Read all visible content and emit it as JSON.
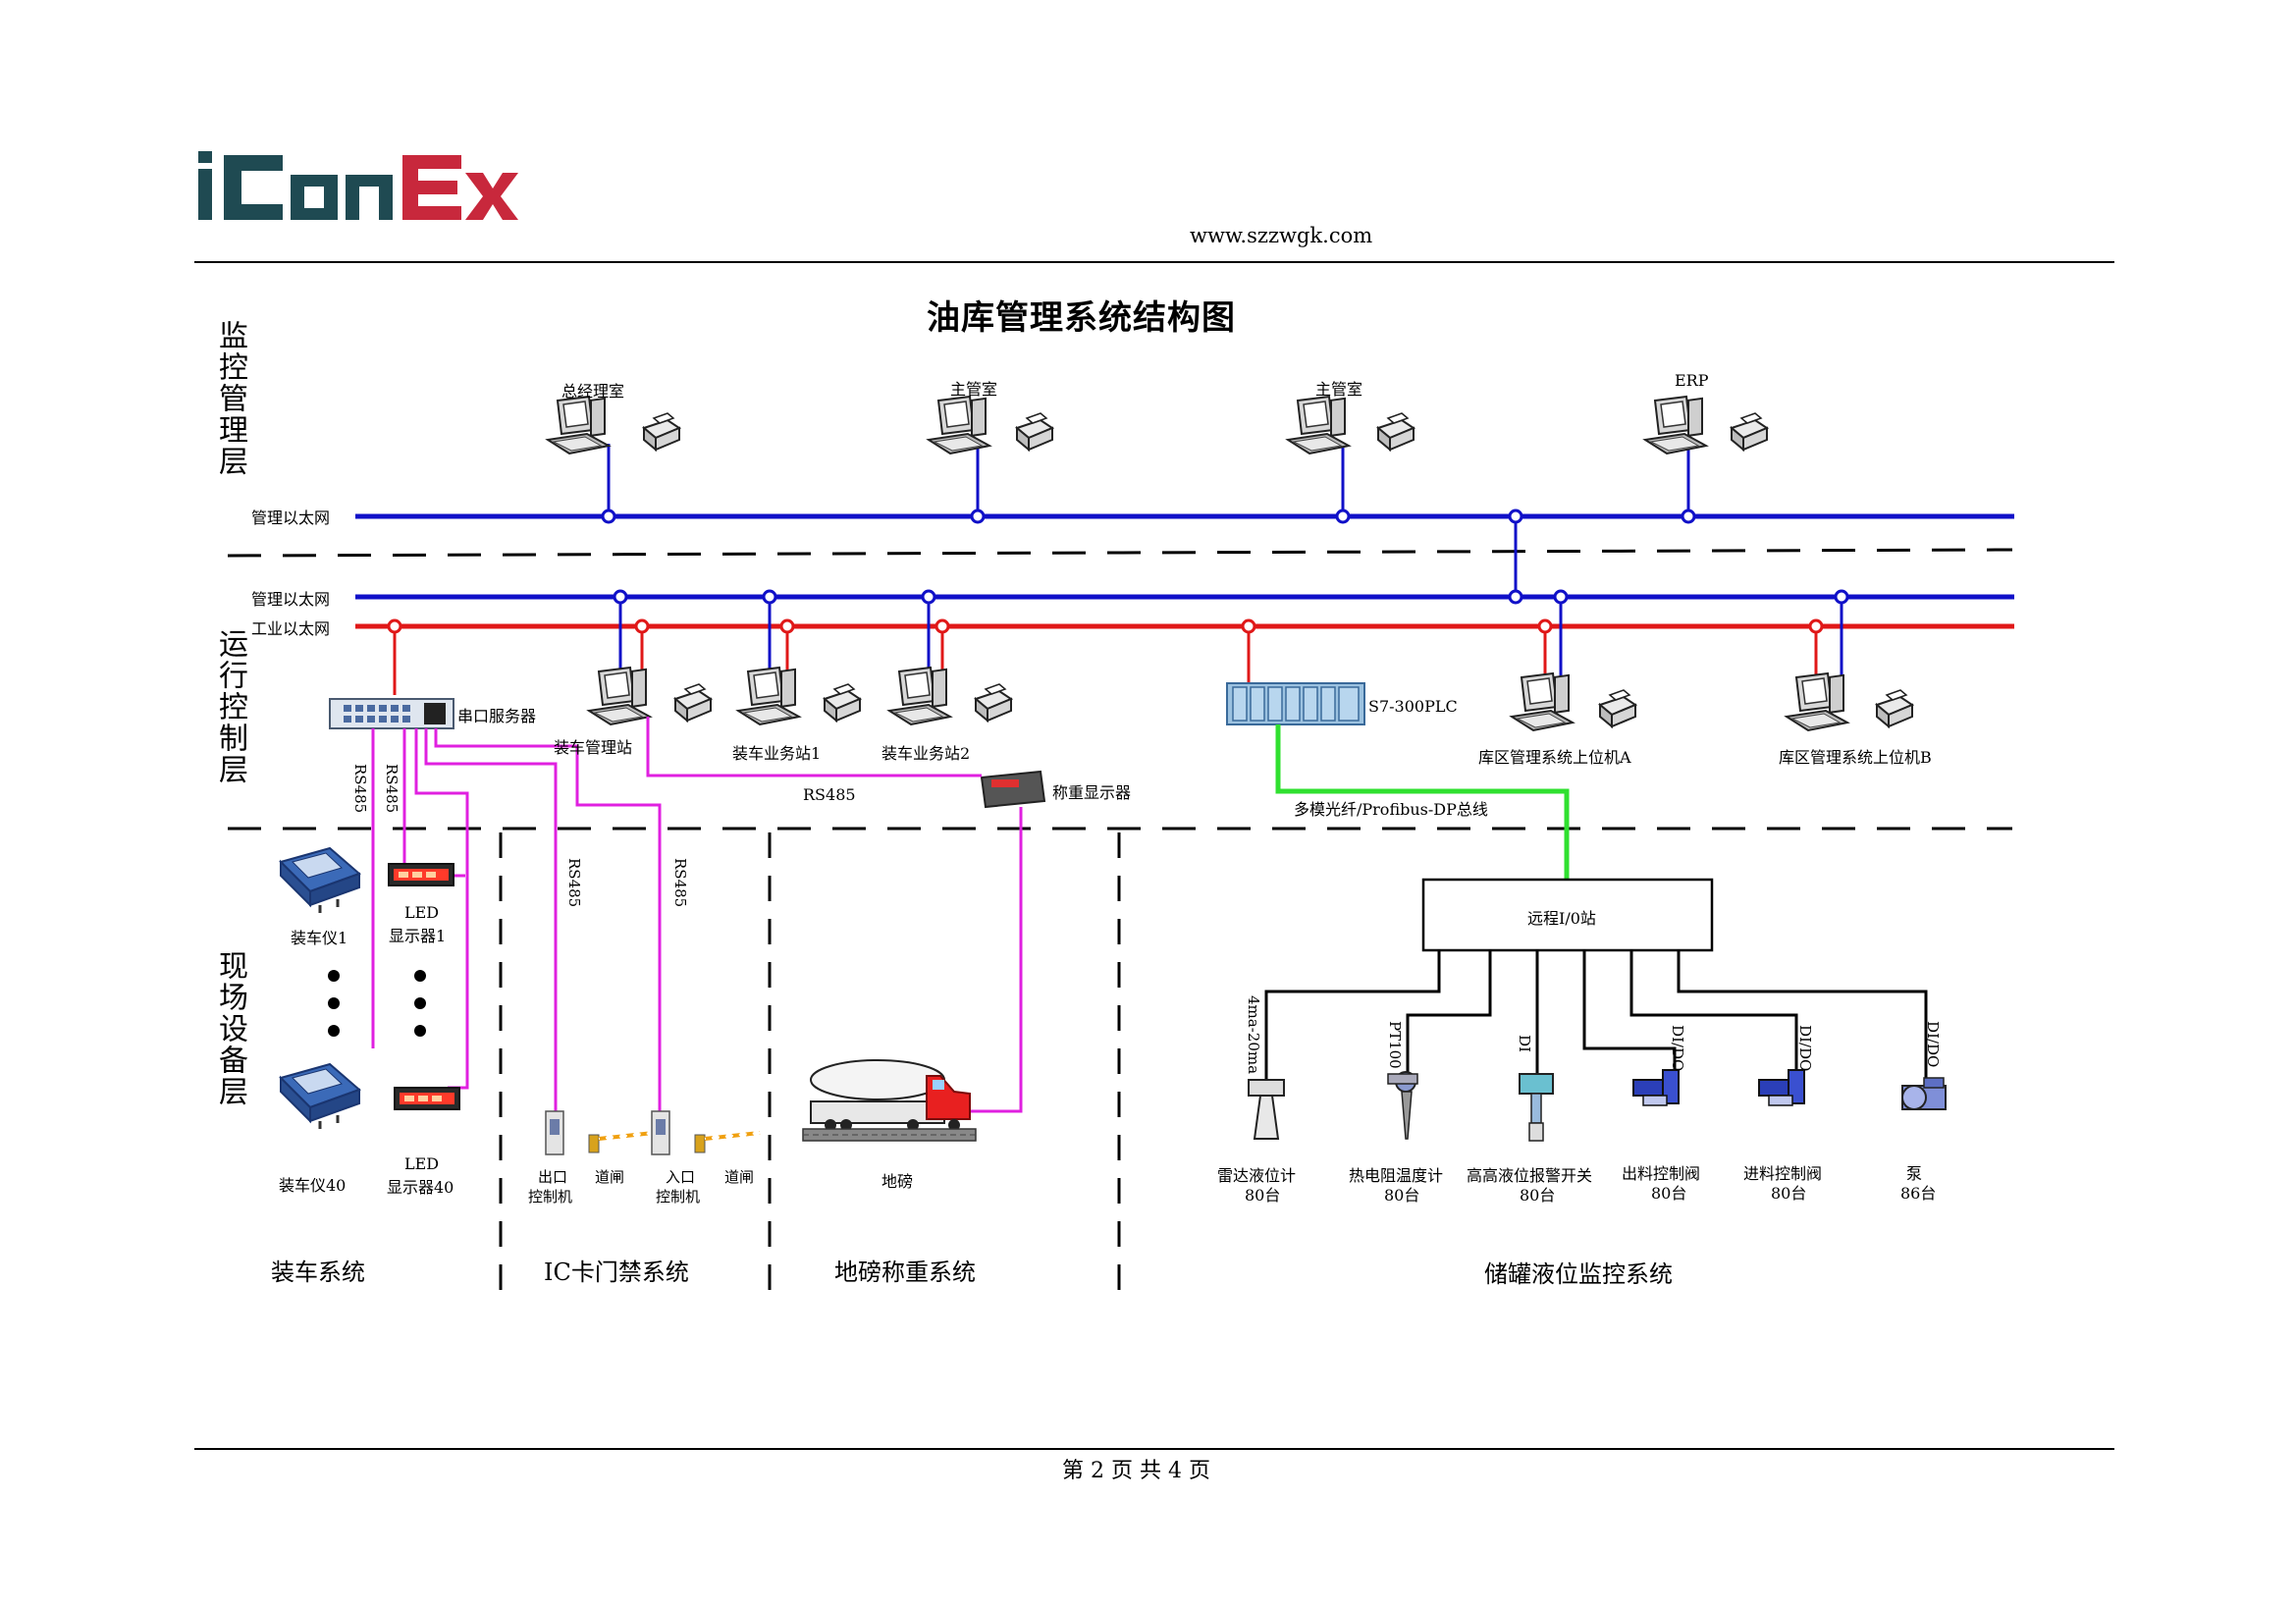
{
  "header": {
    "logo_text": "iConEx",
    "website": "www.szzwgk.com"
  },
  "title": "油库管理系统结构图",
  "layers": {
    "top": "监控管理层",
    "middle": "运行控制层",
    "bottom": "现场设备层"
  },
  "networks": {
    "mgmt_ethernet_top": "管理以太网",
    "mgmt_ethernet_mid": "管理以太网",
    "industrial_ethernet": "工业以太网"
  },
  "top_stations": [
    "总经理室",
    "主管室",
    "主管室",
    "ERP"
  ],
  "mid_devices": {
    "serial_server": "串口服务器",
    "loading_mgmt": "装车管理站",
    "loading_biz1": "装车业务站1",
    "loading_biz2": "装车业务站2",
    "plc": "S7-300PLC",
    "tank_host_a": "库区管理系统上位机A",
    "tank_host_b": "库区管理系统上位机B",
    "weight_display": "称重显示器",
    "rs485_weight": "RS485",
    "fiber_bus": "多模光纤/Profibus-DP总线"
  },
  "rs485_labels": [
    "RS485",
    "RS485",
    "RS485",
    "RS485"
  ],
  "loading_system": {
    "device1": "装车仪1",
    "device40": "装车仪40",
    "led1_top": "LED",
    "led1_bottom": "显示器1",
    "led40_top": "LED",
    "led40_bottom": "显示器40",
    "section": "装车系统"
  },
  "ic_system": {
    "exit_top": "出口",
    "exit_bottom": "控制机",
    "gate1": "道闸",
    "entry_top": "入口",
    "entry_bottom": "控制机",
    "gate2": "道闸",
    "section": "IC卡门禁系统"
  },
  "weigh_system": {
    "scale": "地磅",
    "section": "地磅称重系统"
  },
  "tank_system": {
    "remote_io": "远程I/0站",
    "signals": [
      "4ma-20ma",
      "PT100",
      "DI",
      "DI/DO",
      "DI/DO",
      "DI/DO"
    ],
    "devices": [
      {
        "name": "雷达液位计",
        "count": "80台"
      },
      {
        "name": "热电阻温度计",
        "count": "80台"
      },
      {
        "name": "高高液位报警开关",
        "count": "80台"
      },
      {
        "name": "出料控制阀",
        "count": "80台"
      },
      {
        "name": "进料控制阀",
        "count": "80台"
      },
      {
        "name": "泵",
        "count": "86台"
      }
    ],
    "section": "储罐液位监控系统"
  },
  "footer": "第 2 页 共 4 页",
  "colors": {
    "mgmt_net": "#1010c8",
    "ind_net": "#e01818",
    "rs485": "#e020e0",
    "fiber": "#30e030",
    "logo_dark": "#1f4a52",
    "logo_red": "#c8283c"
  }
}
